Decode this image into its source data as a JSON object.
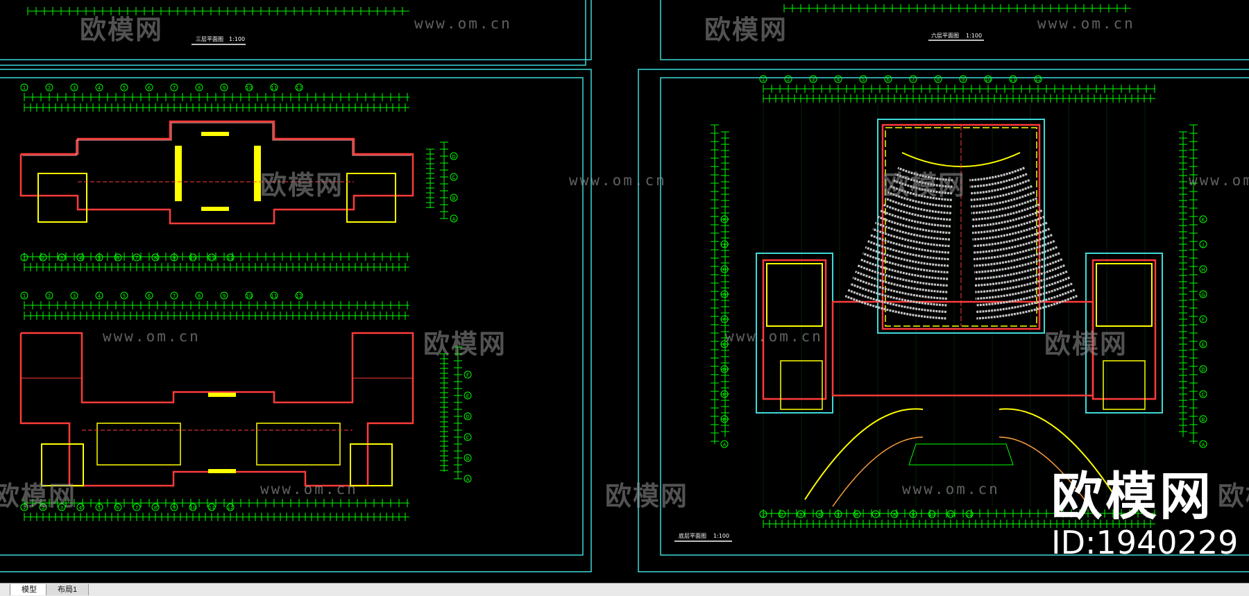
{
  "app": {
    "tabs": [
      {
        "label": "模型",
        "active": true
      },
      {
        "label": "布局1",
        "active": false
      }
    ]
  },
  "drawing": {
    "sheets": [
      {
        "title": "三层平面图",
        "scale": "1:100"
      },
      {
        "title": "六层平面图",
        "scale": "1:100"
      },
      {
        "title": "底层平面图",
        "scale": "1:100"
      }
    ],
    "grid_numbers": [
      "1",
      "2",
      "3",
      "4",
      "5",
      "6",
      "7",
      "8",
      "9",
      "10",
      "11",
      "12"
    ],
    "grid_letters": [
      "A",
      "B",
      "C",
      "D",
      "E",
      "F",
      "G",
      "H",
      "J",
      "K"
    ]
  },
  "watermark": {
    "logo_text": "欧模网",
    "url_text": "www.om.cn",
    "brand_title": "欧模网",
    "brand_id": "ID:1940229"
  },
  "colors": {
    "background": "#000000",
    "grid_green": "#00ff00",
    "wall_red": "#ff3b3b",
    "frame_cyan": "#3fd9d9",
    "hatch_yellow": "#ffff00",
    "seat_gray": "#c8c8c8"
  }
}
